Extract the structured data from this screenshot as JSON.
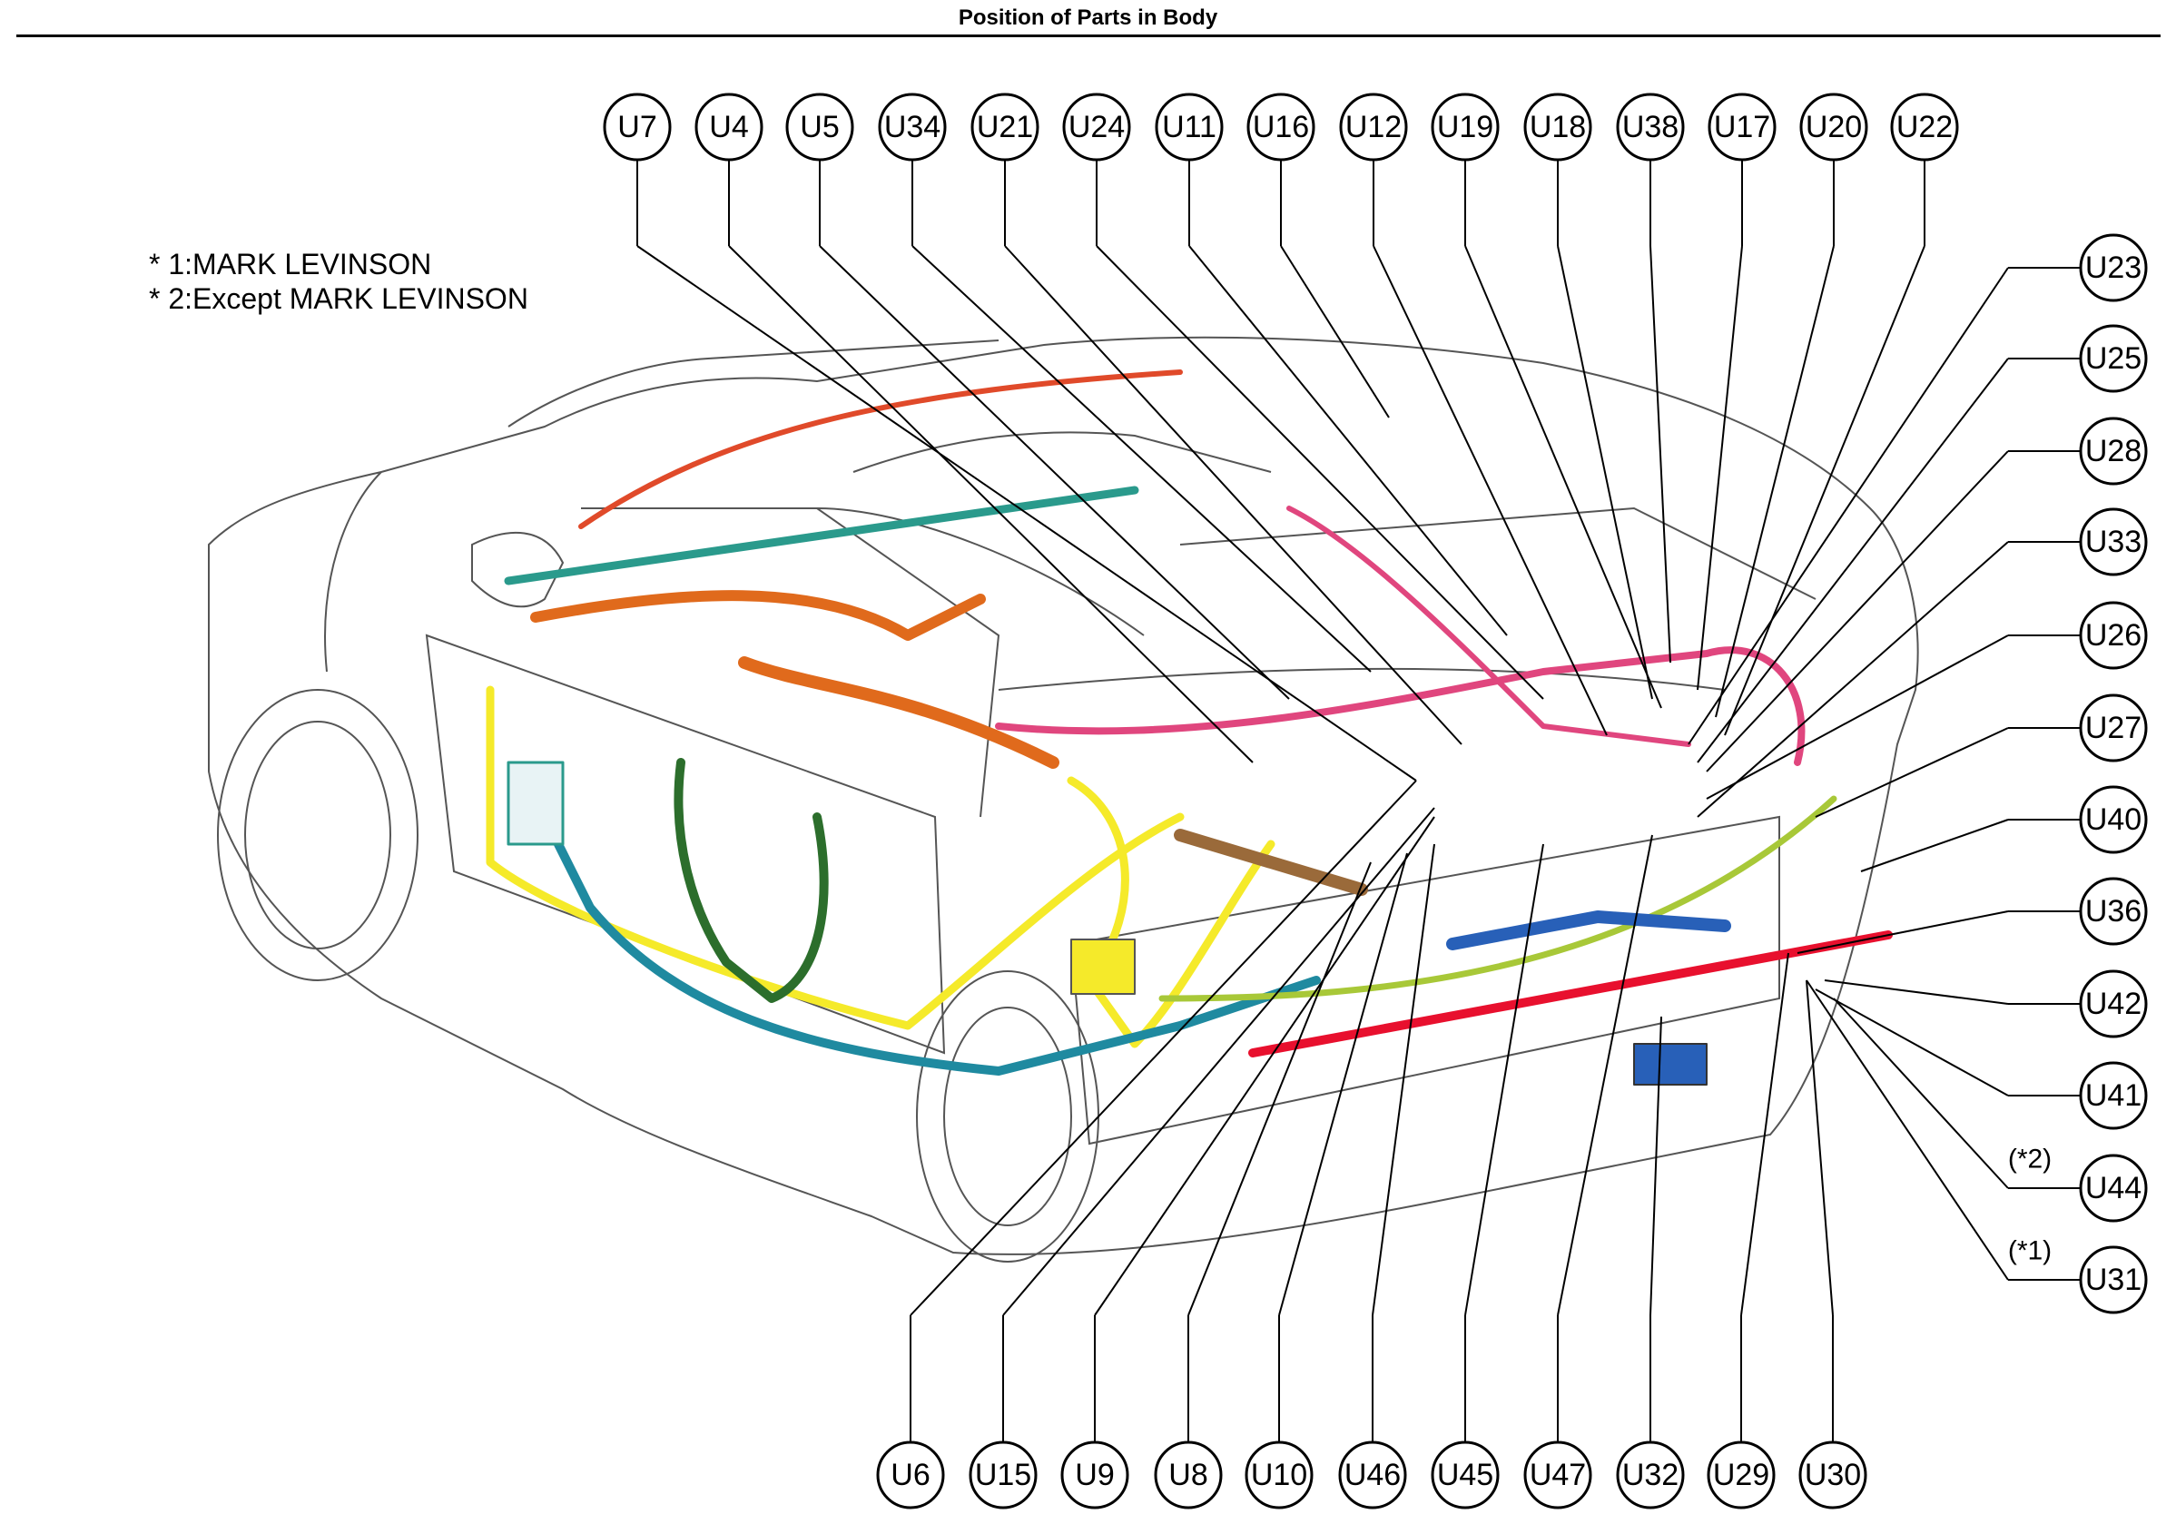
{
  "title": "Position of Parts in Body",
  "notes": [
    "* 1:MARK LEVINSON",
    "* 2:Except MARK LEVINSON"
  ],
  "colors": {
    "harness_yellow": "#f5ea2a",
    "harness_teal": "#2a9a8c",
    "harness_pink": "#e0467e",
    "harness_orange": "#e06a1c",
    "harness_green": "#2c6e2c",
    "harness_blue": "#2860b8",
    "harness_red": "#c8102e",
    "harness_brown": "#9a6a3a",
    "outline": "#555555"
  },
  "callouts": {
    "top": [
      "U7",
      "U4",
      "U5",
      "U34",
      "U21",
      "U24",
      "U11",
      "U16",
      "U12",
      "U19",
      "U18",
      "U38",
      "U17",
      "U20",
      "U22"
    ],
    "right": [
      "U23",
      "U25",
      "U28",
      "U33",
      "U26",
      "U27",
      "U40",
      "U36",
      "U42",
      "U41",
      "U44",
      "U31"
    ],
    "bottom": [
      "U6",
      "U15",
      "U9",
      "U8",
      "U10",
      "U46",
      "U45",
      "U47",
      "U32",
      "U29",
      "U30"
    ]
  },
  "qualifiers": {
    "U44": "(*2)",
    "U31": "(*1)"
  }
}
